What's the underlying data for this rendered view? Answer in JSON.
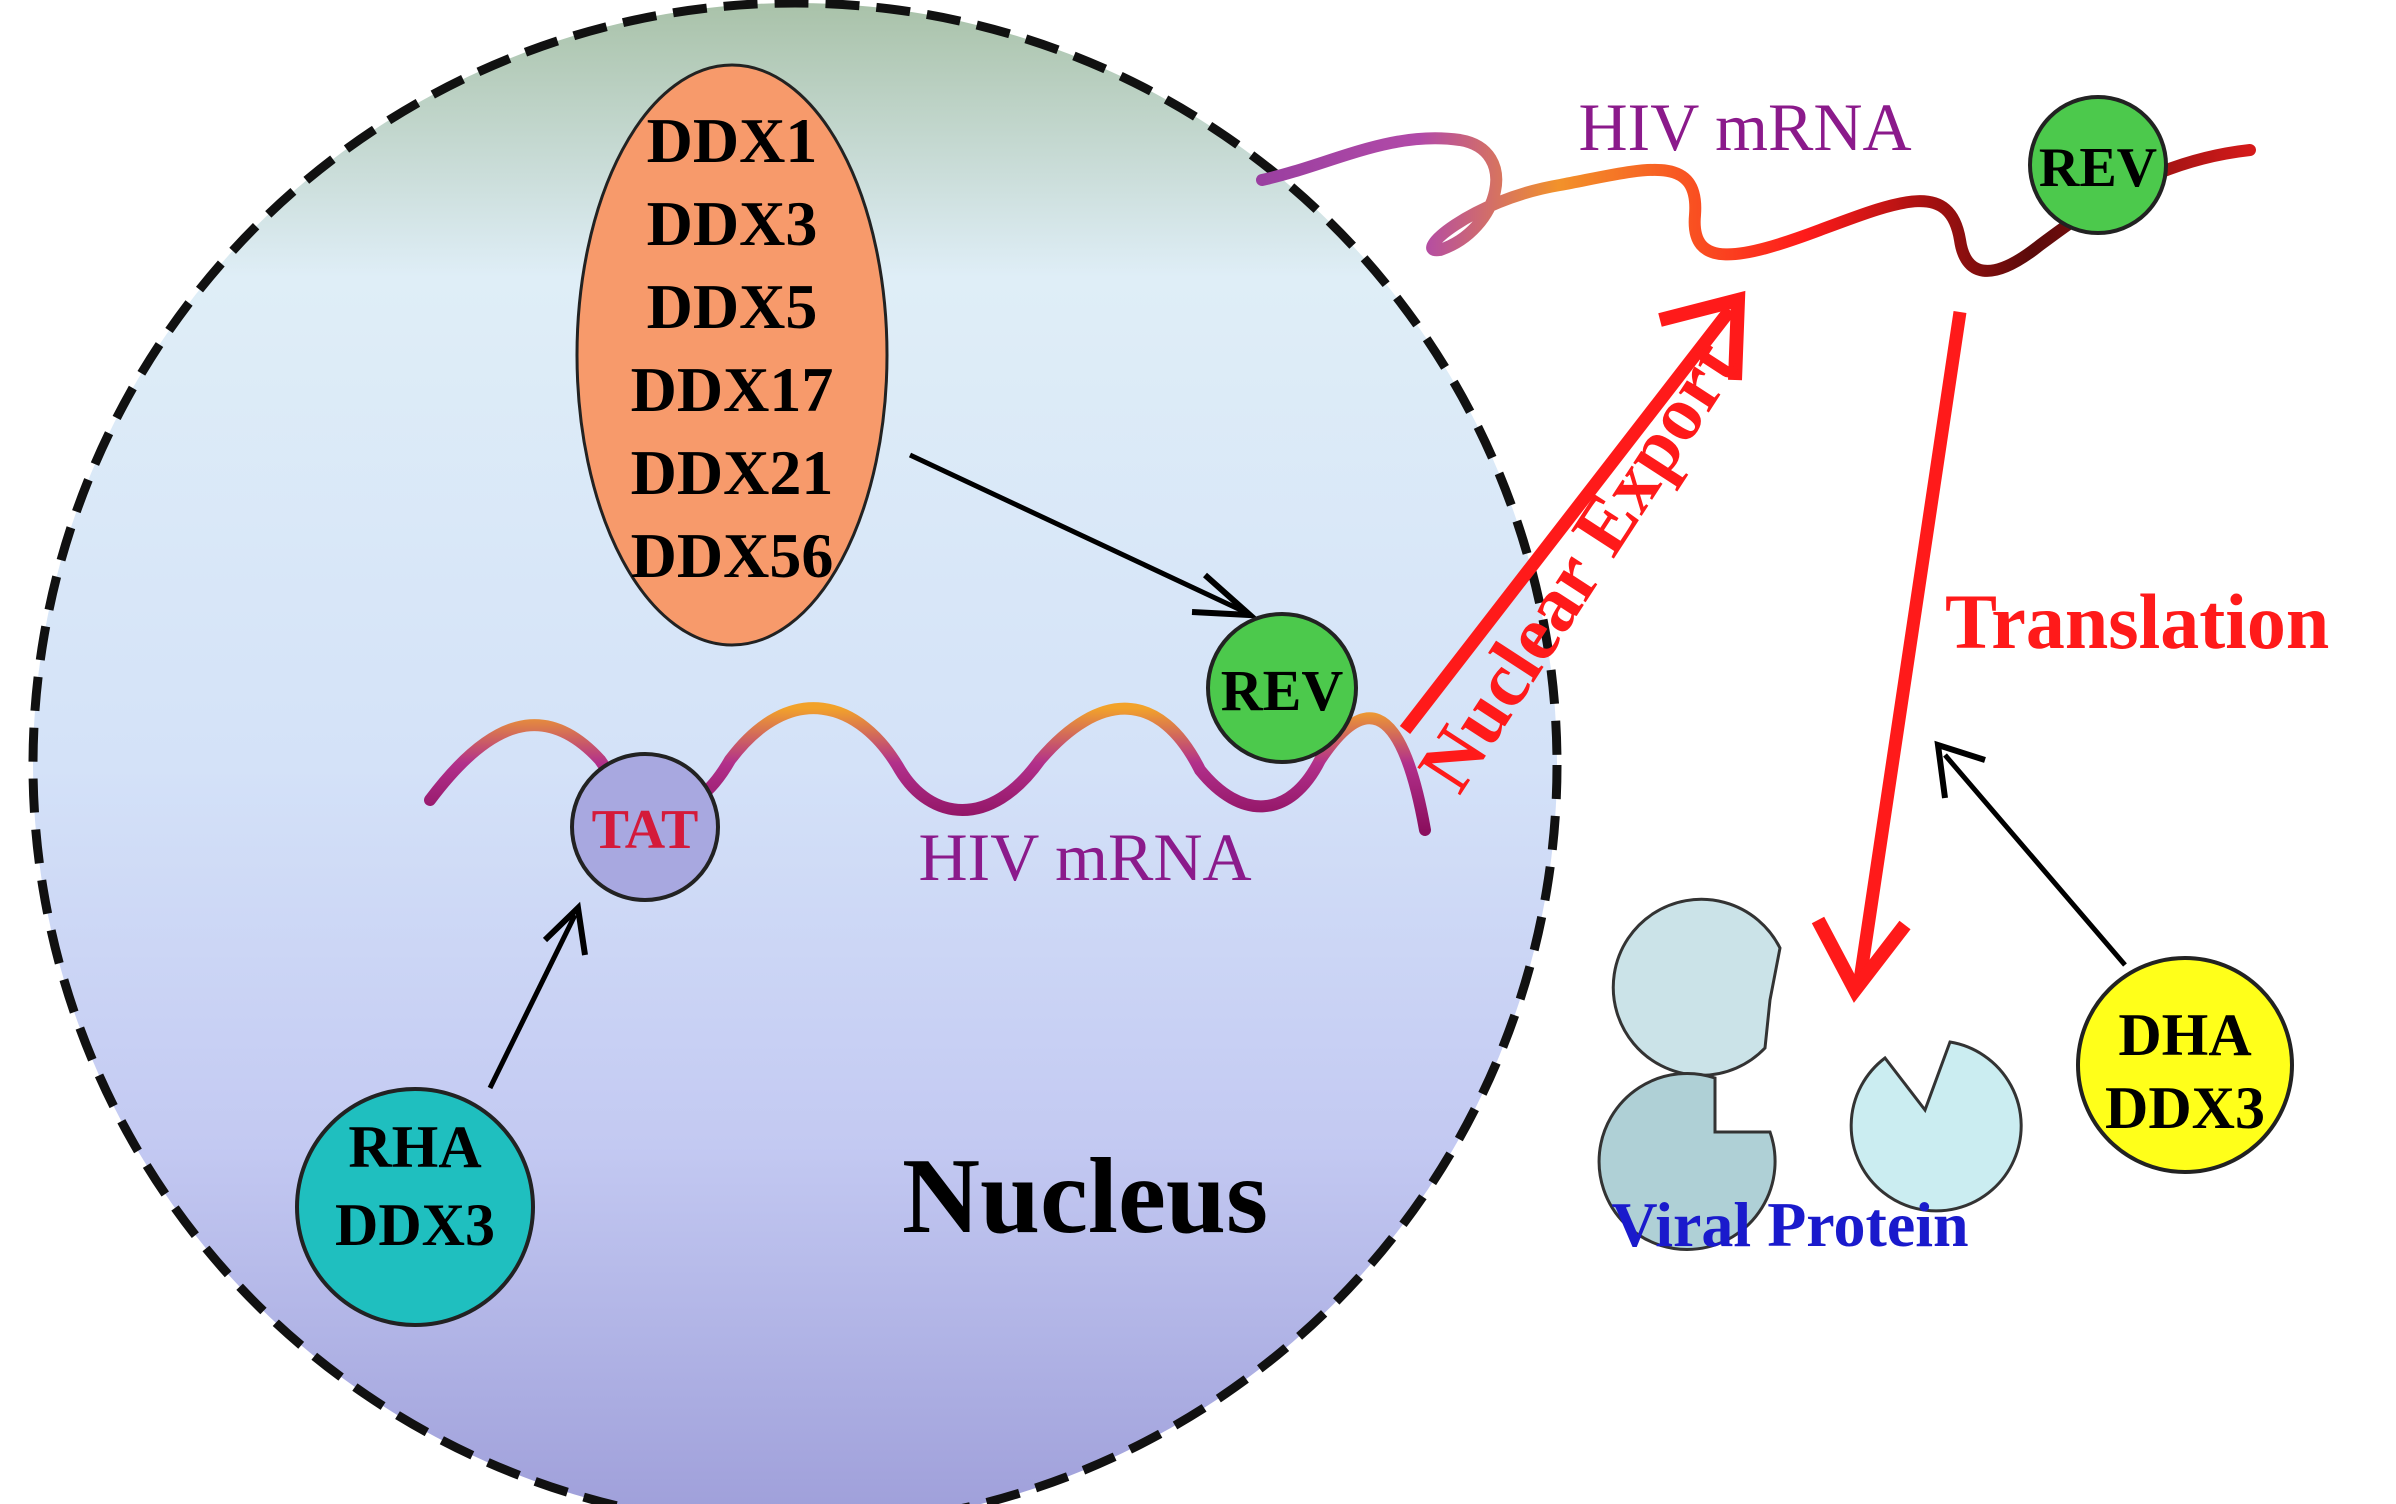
{
  "nucleus": {
    "label": "Nucleus"
  },
  "ddx_group": {
    "items": [
      "DDX1",
      "DDX3",
      "DDX5",
      "DDX17",
      "DDX21",
      "DDX56"
    ],
    "color": "#F79A6B"
  },
  "nuclear_mrna": {
    "label": "HIV mRNA"
  },
  "cytoplasm_mrna": {
    "label": "HIV mRNA"
  },
  "rev_nuclear": {
    "label": "REV",
    "color": "#4CC94C"
  },
  "rev_cytoplasm": {
    "label": "REV",
    "color": "#4CC94C"
  },
  "tat": {
    "label": "TAT",
    "color": "#A8A8E0"
  },
  "rha": {
    "line1": "RHA",
    "line2": "DDX3",
    "color": "#1FBFBF"
  },
  "dha": {
    "line1": "DHA",
    "line2": "DDX3",
    "color": "#FFFF1A"
  },
  "nuclear_export": {
    "label": "Nuclear Export"
  },
  "translation": {
    "label": "Translation"
  },
  "viral_protein": {
    "label": "Viral Protein"
  },
  "colors": {
    "export_arrow": "#FF1A1A",
    "mrna_purple": "#8B1A8B",
    "viral_protein_text": "#1A1ACC",
    "tat_text": "#D41A3A"
  }
}
